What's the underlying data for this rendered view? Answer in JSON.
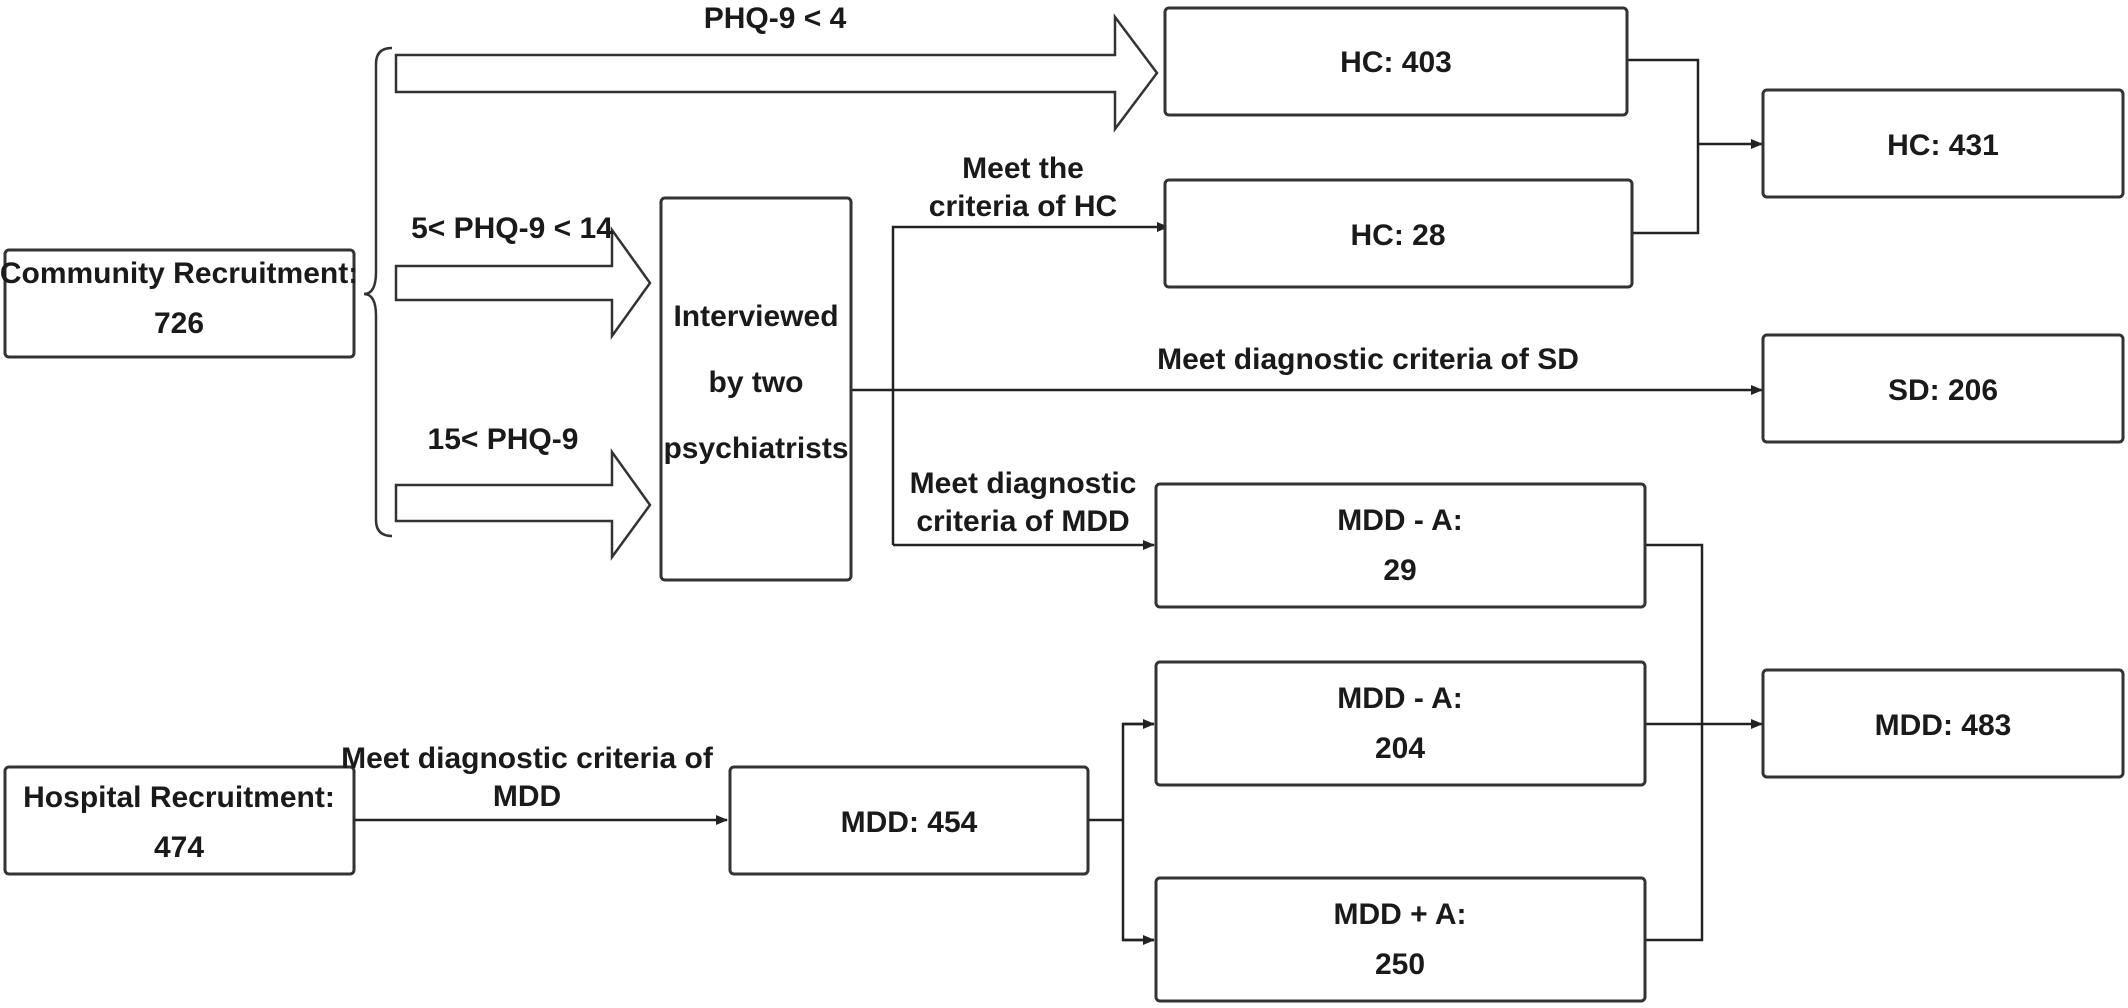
{
  "boxes": {
    "community": [
      "Community Recruitment:",
      "726"
    ],
    "hospital": [
      "Hospital Recruitment:",
      "474"
    ],
    "interview": [
      "Interviewed",
      "by two",
      "psychiatrists"
    ],
    "hc403": [
      "HC: 403"
    ],
    "hc28": [
      "HC: 28"
    ],
    "hc431": [
      "HC: 431"
    ],
    "sd206": [
      "SD: 206"
    ],
    "mdd_a29": [
      "MDD - A:",
      "29"
    ],
    "mdd454": [
      "MDD: 454"
    ],
    "mdd_a204": [
      "MDD - A:",
      "204"
    ],
    "mdd_plus_a250": [
      "MDD + A:",
      "250"
    ],
    "mdd483": [
      "MDD: 483"
    ]
  },
  "edge_labels": {
    "phq_lt4": [
      "PHQ-9 < 4"
    ],
    "phq_5_14": [
      "5< PHQ-9 < 14"
    ],
    "phq_gt15": [
      "15< PHQ-9"
    ],
    "meet_hc": [
      "Meet the",
      "criteria of HC"
    ],
    "meet_sd": [
      "Meet diagnostic criteria of SD"
    ],
    "meet_mdd": [
      "Meet diagnostic",
      "criteria of MDD"
    ],
    "hosp_mdd": [
      "Meet diagnostic criteria of",
      "MDD"
    ]
  }
}
